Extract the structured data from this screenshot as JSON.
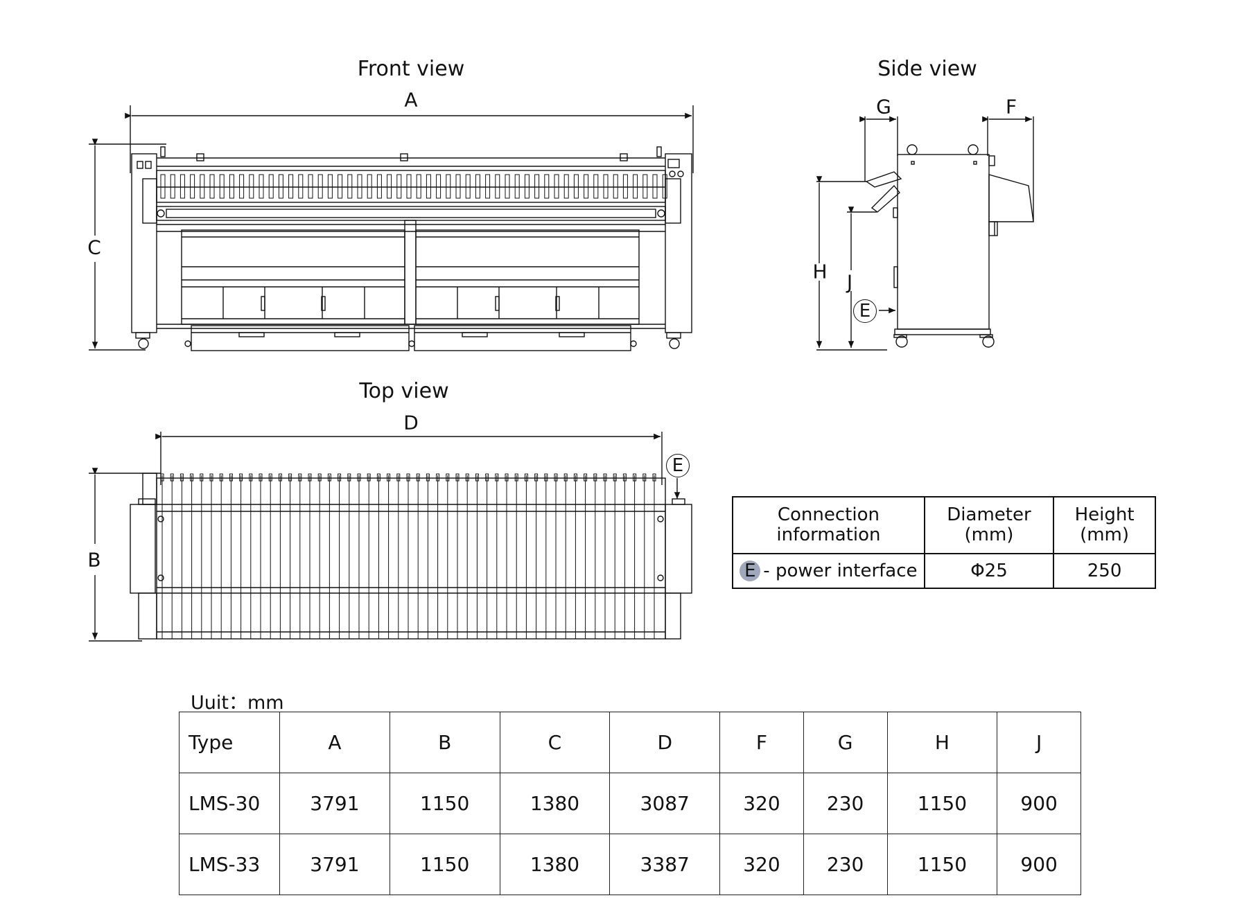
{
  "views": {
    "front": "Front view",
    "side": "Side view",
    "top": "Top view"
  },
  "dims": {
    "A": "A",
    "B": "B",
    "C": "C",
    "D": "D",
    "E": "E",
    "F": "F",
    "G": "G",
    "H": "H",
    "J": "J"
  },
  "connection_table": {
    "headers": [
      "Connection information",
      "Diameter (mm)",
      "Height (mm)"
    ],
    "row": {
      "id": "E",
      "name": "- power interface",
      "diameter": "Φ25",
      "height": "250"
    }
  },
  "unit_label": "Uuit：mm",
  "dimension_table": {
    "columns": [
      "Type",
      "A",
      "B",
      "C",
      "D",
      "F",
      "G",
      "H",
      "J"
    ],
    "rows": [
      [
        "LMS-30",
        "3791",
        "1150",
        "1380",
        "3087",
        "320",
        "230",
        "1150",
        "900"
      ],
      [
        "LMS-33",
        "3791",
        "1150",
        "1380",
        "3387",
        "320",
        "230",
        "1150",
        "900"
      ]
    ]
  },
  "colors": {
    "line": "#111111",
    "badge": "#9fa8bd"
  }
}
